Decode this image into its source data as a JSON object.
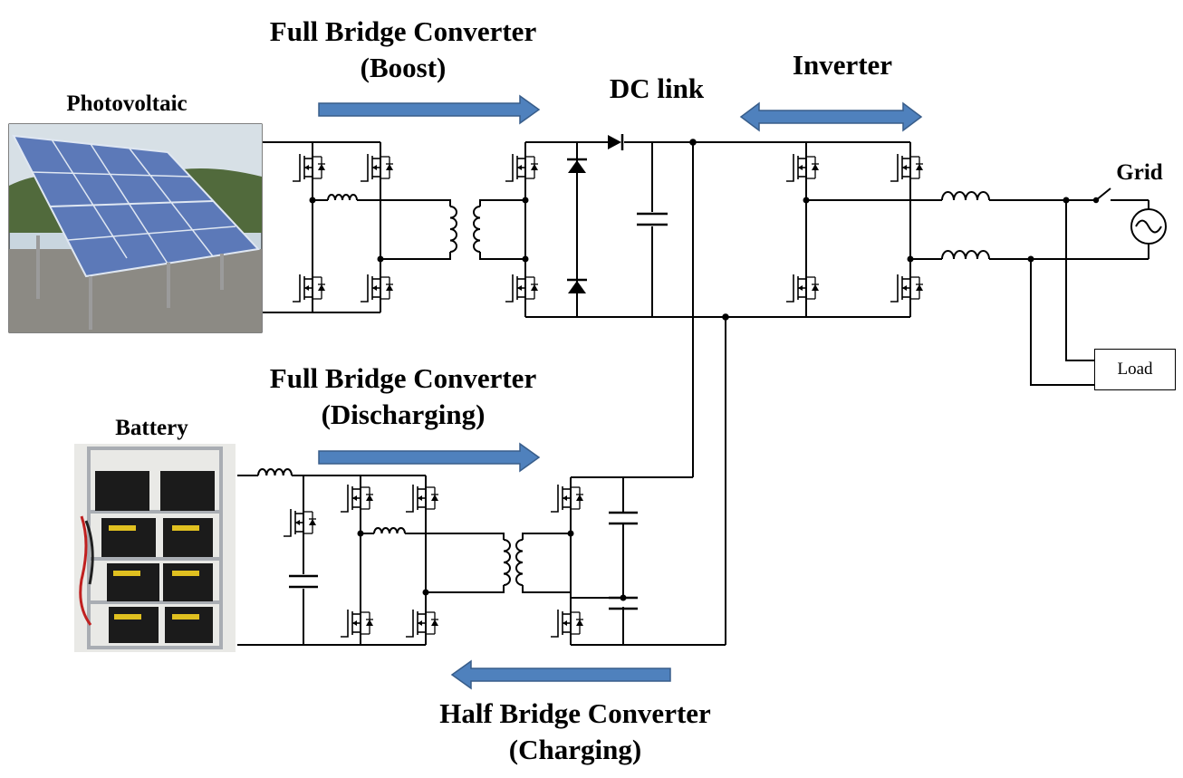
{
  "labels": {
    "photovoltaic": "Photovoltaic",
    "battery": "Battery",
    "pv_converter_line1": "Full Bridge Converter",
    "pv_converter_line2": "(Boost)",
    "dc_link": "DC link",
    "inverter": "Inverter",
    "grid": "Grid",
    "load": "Load",
    "battery_converter_line1": "Full Bridge Converter",
    "battery_converter_line2": "(Discharging)",
    "charging_converter_line1": "Half Bridge Converter",
    "charging_converter_line2": "(Charging)"
  },
  "colors": {
    "arrow_fill": "#4f81bd",
    "arrow_stroke": "#385d8a",
    "wire": "#000000",
    "pv_panel": "#5c79b8",
    "battery_case": "#1b1b1b"
  },
  "icons": {
    "switch": "mosfet-switch-icon",
    "inductor": "inductor-icon",
    "transformer": "transformer-icon",
    "capacitor": "capacitor-icon",
    "diode": "diode-icon",
    "ac_source": "ac-source-icon",
    "breaker": "grid-switch-icon"
  }
}
